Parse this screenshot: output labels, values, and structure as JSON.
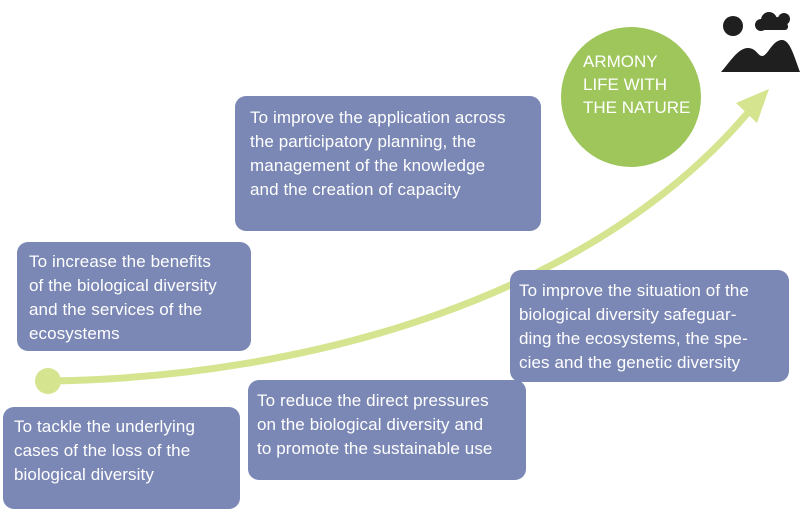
{
  "colors": {
    "box_fill": "#7b88b5",
    "box_text": "#ffffff",
    "arrow": "#d5e48f",
    "goal_fill": "#9ec65b",
    "logo": "#1f1f1f"
  },
  "goal": {
    "text": "ARMONY\nLIFE WITH\nTHE NATURE"
  },
  "steps": {
    "tackle": "To tackle the underlying\ncases of the loss of the\nbiological diversity",
    "increase": "To increase the benefits\nof the biological diversity\nand the services of the\necosystems",
    "improve_application": "To improve the application across\nthe participatory planning, the\nmanagement of the knowledge\nand the creation of capacity",
    "reduce": "To reduce the direct pressures\non the biological diversity and\nto promote the sustainable use",
    "improve_situation": "To improve the situation of the\nbiological diversity safeguar-\nding the ecosystems, the spe-\ncies and the genetic diversity"
  },
  "icons": {
    "logo": "sun-clouds-mountains-icon",
    "start": "start-dot-icon",
    "arrow": "arrow-curve-icon"
  }
}
